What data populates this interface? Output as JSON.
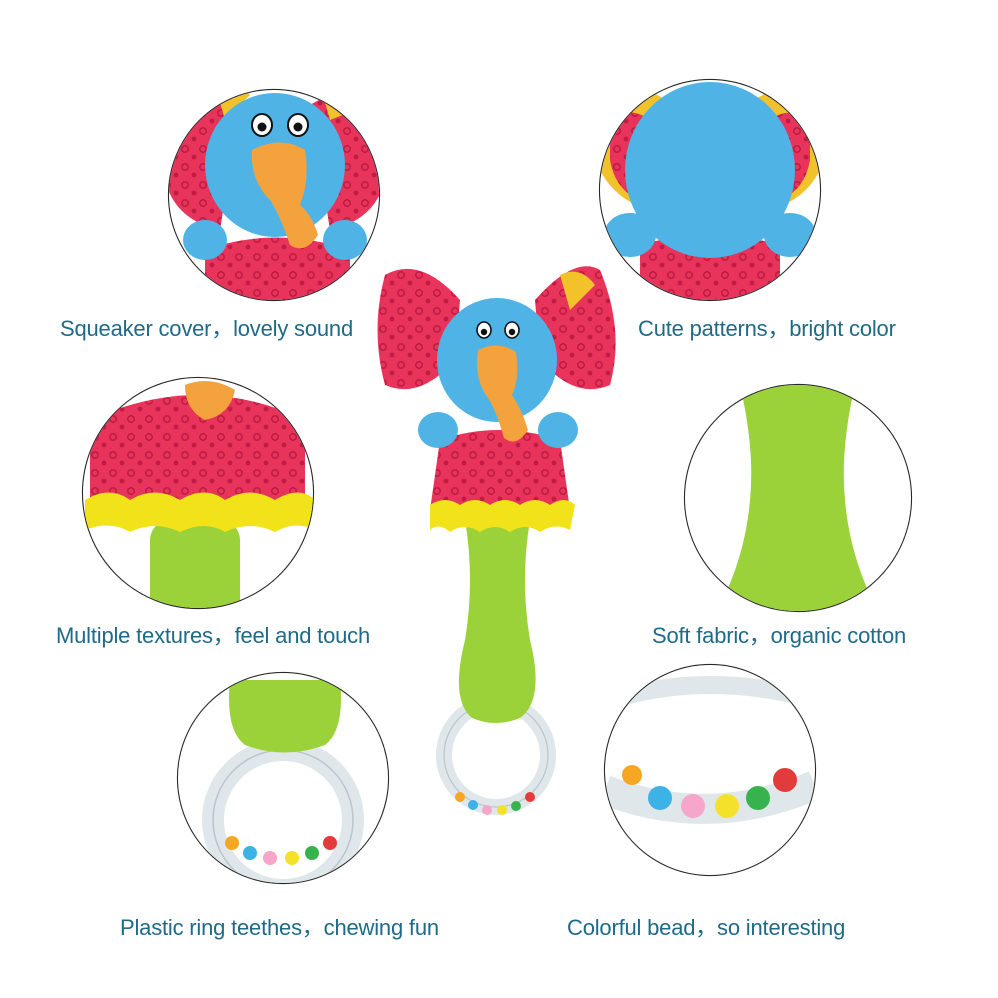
{
  "captions": {
    "top_left": "Squeaker cover，lovely sound",
    "top_right": "Cute patterns，bright color",
    "mid_left": "Multiple textures，feel and touch",
    "mid_right": "Soft fabric，organic cotton",
    "bottom_left": "Plastic ring teethes，chewing fun",
    "bottom_right": "Colorful bead，so interesting"
  },
  "colors": {
    "text": "#1f6a87",
    "elephant_blue": "#4fb3e6",
    "trunk_orange": "#f4a23e",
    "fabric_red": "#e8335a",
    "petal_yellow": "#f2e21a",
    "handle_green": "#9bd23a",
    "ring_clear": "#dfe7ea"
  }
}
